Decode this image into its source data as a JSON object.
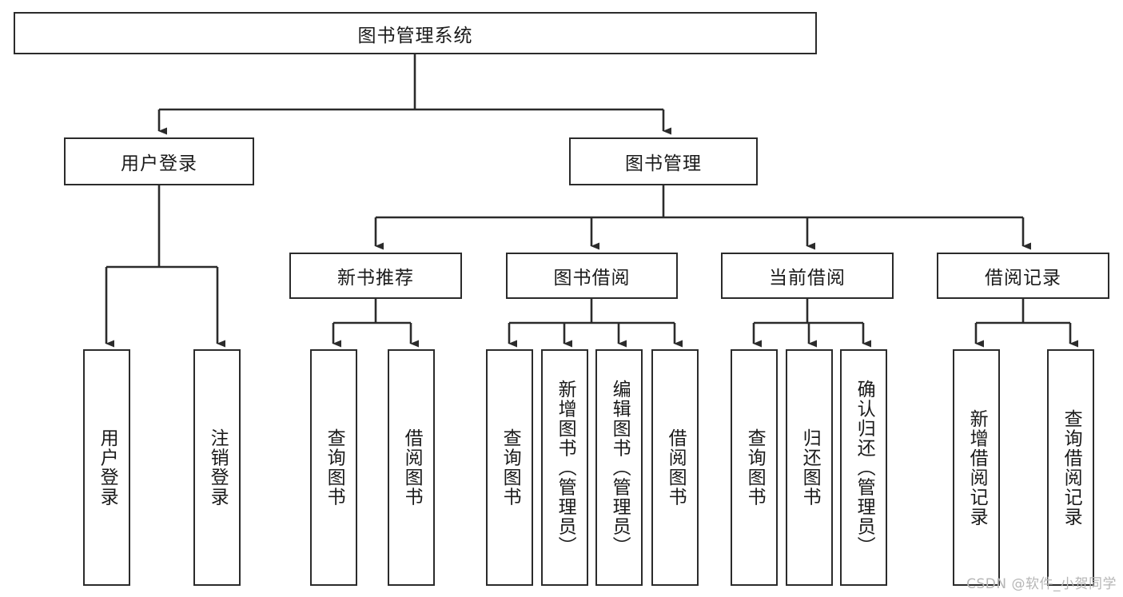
{
  "diagram": {
    "title": "图书管理系统",
    "type": "tree",
    "watermark": "CSDN @软件_小贺同学",
    "colors": {
      "stroke": "#2b2b2b",
      "fill": "#ffffff",
      "text": "#1a1a1a",
      "watermark": "#b6b6b6"
    },
    "levels": {
      "root": {
        "label": "图书管理系统"
      },
      "level2": [
        {
          "label": "用户登录"
        },
        {
          "label": "图书管理"
        }
      ],
      "level3": [
        {
          "label": "新书推荐"
        },
        {
          "label": "图书借阅"
        },
        {
          "label": "当前借阅"
        },
        {
          "label": "借阅记录"
        }
      ],
      "leaves": [
        {
          "label": "用户登录"
        },
        {
          "label": "注销登录"
        },
        {
          "label": "查询图书"
        },
        {
          "label": "借阅图书"
        },
        {
          "label": "查询图书"
        },
        {
          "label": "新增图书（管理员）"
        },
        {
          "label": "编辑图书（管理员）"
        },
        {
          "label": "借阅图书"
        },
        {
          "label": "查询图书"
        },
        {
          "label": "归还图书"
        },
        {
          "label": "确认归还（管理员）"
        },
        {
          "label": "新增借阅记录"
        },
        {
          "label": "查询借阅记录"
        }
      ]
    },
    "edges": [
      {
        "from": "图书管理系统",
        "to": "用户登录"
      },
      {
        "from": "图书管理系统",
        "to": "图书管理"
      },
      {
        "from": "用户登录",
        "to": "用户登录"
      },
      {
        "from": "用户登录",
        "to": "注销登录"
      },
      {
        "from": "图书管理",
        "to": "新书推荐"
      },
      {
        "from": "图书管理",
        "to": "图书借阅"
      },
      {
        "from": "图书管理",
        "to": "当前借阅"
      },
      {
        "from": "图书管理",
        "to": "借阅记录"
      },
      {
        "from": "新书推荐",
        "to": "查询图书"
      },
      {
        "from": "新书推荐",
        "to": "借阅图书"
      },
      {
        "from": "图书借阅",
        "to": "查询图书"
      },
      {
        "from": "图书借阅",
        "to": "新增图书（管理员）"
      },
      {
        "from": "图书借阅",
        "to": "编辑图书（管理员）"
      },
      {
        "from": "图书借阅",
        "to": "借阅图书"
      },
      {
        "from": "当前借阅",
        "to": "查询图书"
      },
      {
        "from": "当前借阅",
        "to": "归还图书"
      },
      {
        "from": "当前借阅",
        "to": "确认归还（管理员）"
      },
      {
        "from": "借阅记录",
        "to": "新增借阅记录"
      },
      {
        "from": "借阅记录",
        "to": "查询借阅记录"
      }
    ]
  }
}
